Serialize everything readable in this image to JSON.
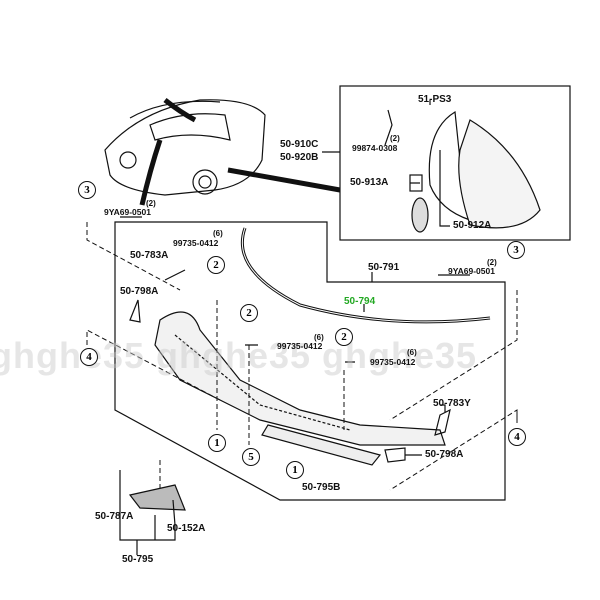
{
  "watermark": "ghghe35 ghghe35 ghghe35",
  "labels": {
    "ps3": "51-PS3",
    "bolt_inset": "99874-0308",
    "bolt_inset_qty": "(2)",
    "p910c": "50-910C",
    "p920b": "50-920B",
    "p913a": "50-913A",
    "p912a": "50-912A",
    "bolt_left": "9YA69-0501",
    "bolt_left_qty": "(2)",
    "bolt_right": "9YA69-0501",
    "bolt_right_qty": "(2)",
    "p783a": "50-783A",
    "p798a_left": "50-798A",
    "screw1": "99735-0412",
    "screw1_qty": "(6)",
    "screw2": "99735-0412",
    "screw2_qty": "(6)",
    "screw3": "99735-0412",
    "screw3_qty": "(6)",
    "p791": "50-791",
    "p794": "50-794",
    "p783y": "50-783Y",
    "p798a_right": "50-798A",
    "p795b": "50-795B",
    "p787a": "50-787A",
    "p152a": "50-152A",
    "p795": "50-795"
  },
  "callouts": {
    "c1": "1",
    "c2": "2",
    "c3": "3",
    "c4": "4",
    "c5": "5"
  },
  "colors": {
    "highlight": "#22a822",
    "line": "#111111"
  }
}
